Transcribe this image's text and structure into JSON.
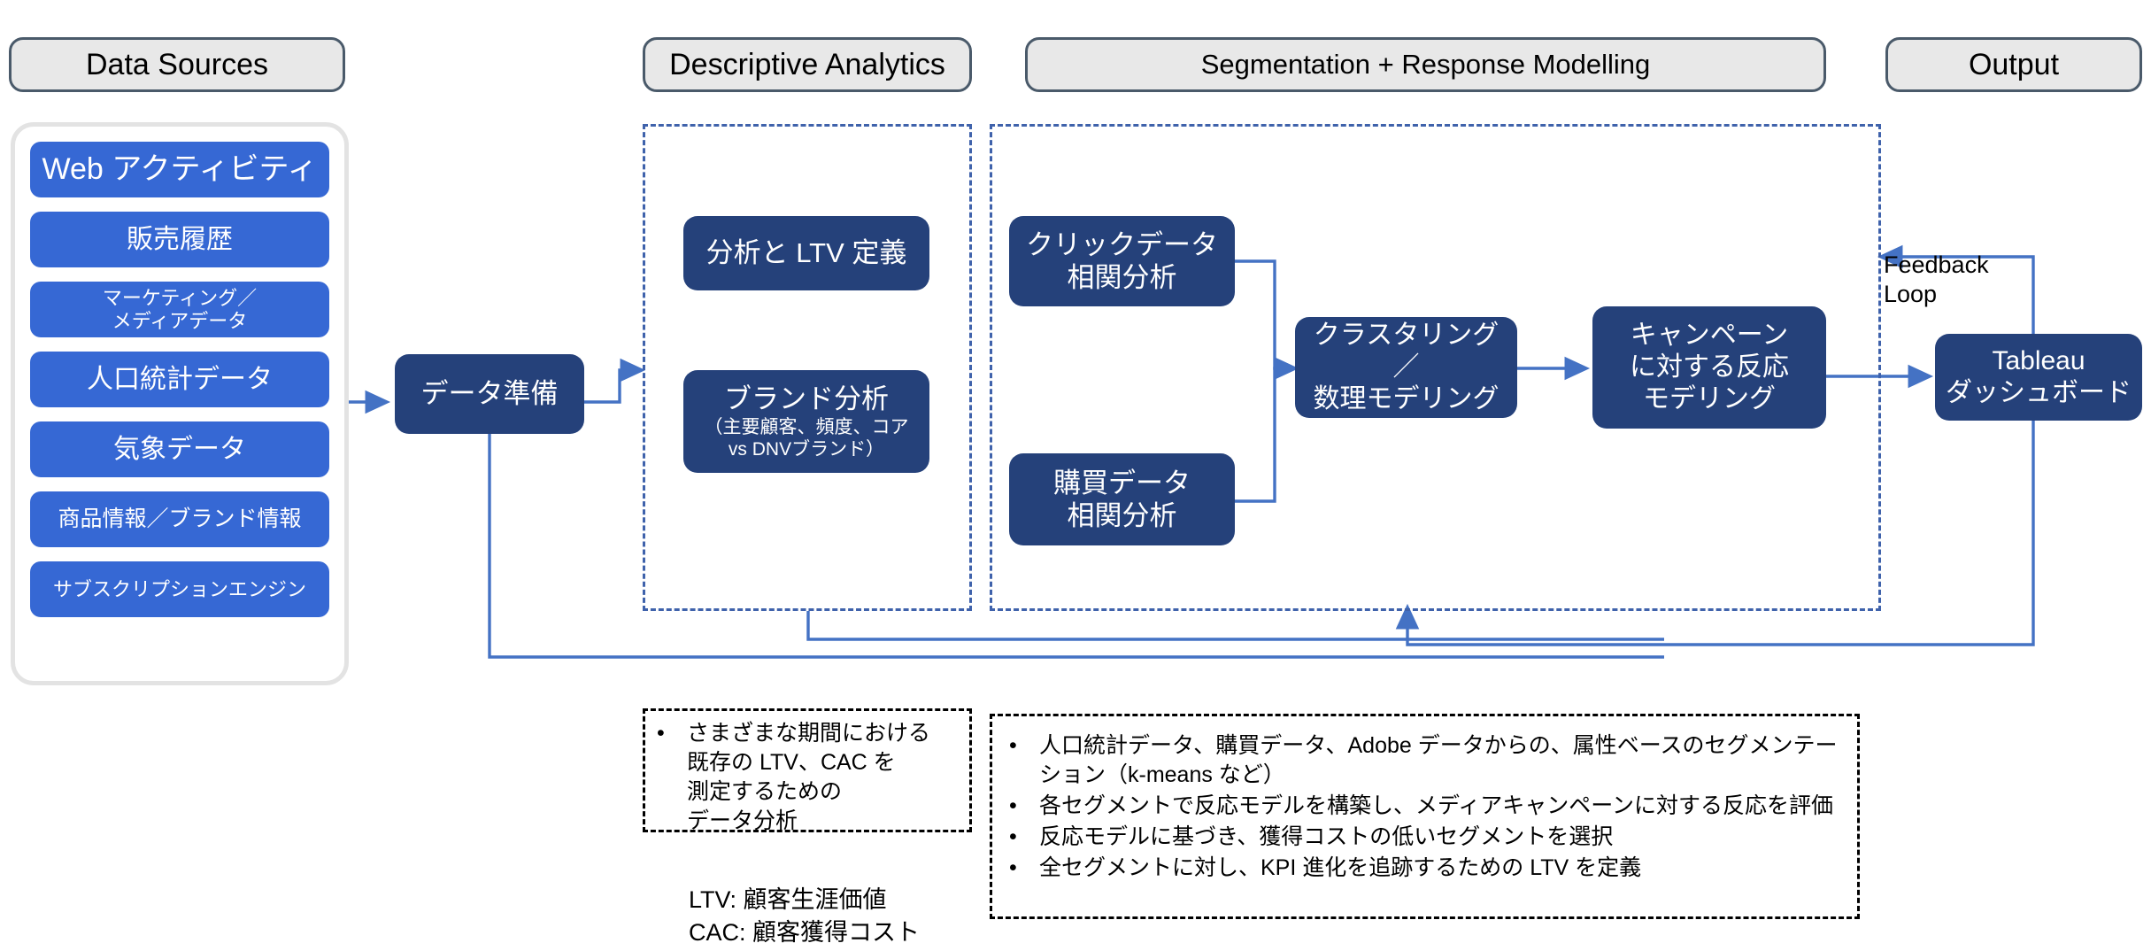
{
  "diagram": {
    "title": "Marketing Data Analytics Pipeline",
    "colors": {
      "chip_blue": "#3668d4",
      "process_navy": "#25417a",
      "header_grey": "#e8e8e8",
      "header_border": "#4a5a6a",
      "connector_blue": "#4472c4",
      "group_dash_blue": "#3f62ab",
      "note_dash_black": "#000000"
    }
  },
  "headers": {
    "data_sources": "Data Sources",
    "descriptive_analytics": "Descriptive Analytics",
    "segmentation": "Segmentation + Response Modelling",
    "output": "Output"
  },
  "data_sources": {
    "items": [
      {
        "label": "Web アクティビティ",
        "size": 34
      },
      {
        "label": "販売履歴",
        "size": 30
      },
      {
        "label": "マーケティング／\nメディアデータ",
        "size": 22
      },
      {
        "label": "人口統計データ",
        "size": 30
      },
      {
        "label": "気象データ",
        "size": 30
      },
      {
        "label": "商品情報／ブランド情報",
        "size": 25
      },
      {
        "label": "サブスクリプションエンジン",
        "size": 22
      }
    ]
  },
  "prep": {
    "label": "データ準備"
  },
  "descriptive": {
    "boxes": [
      {
        "label": "分析と LTV 定義",
        "sub": ""
      },
      {
        "label": "ブランド分析",
        "sub": "（主要顧客、頻度、コア\nvs DNVブランド）"
      }
    ]
  },
  "segmentation": {
    "boxes": [
      {
        "label": "クリックデータ\n相関分析"
      },
      {
        "label": "購買データ\n相関分析"
      },
      {
        "label": "クラスタリング／\n数理モデリング"
      },
      {
        "label": "キャンペーン\nに対する反応\nモデリング"
      }
    ]
  },
  "output": {
    "box": {
      "label": "Tableau\nダッシュボード"
    },
    "feedback_label": "Feedback\nLoop"
  },
  "notes": {
    "descriptive_note": {
      "bullets": [
        "さまざまな期間における\n既存の LTV、CAC を\n測定するための\nデータ分析"
      ]
    },
    "legend": "LTV: 顧客生涯価値\nCAC: 顧客獲得コスト",
    "segmentation_note": {
      "bullets": [
        "人口統計データ、購買データ、Adobe データからの、属性ベースのセグメンテーション（k-means など）",
        "各セグメントで反応モデルを構築し、メディアキャンペーンに対する反応を評価",
        "反応モデルに基づき、獲得コストの低いセグメントを選択",
        "全セグメントに対し、KPI 進化を追跡するための LTV を定義"
      ]
    }
  }
}
